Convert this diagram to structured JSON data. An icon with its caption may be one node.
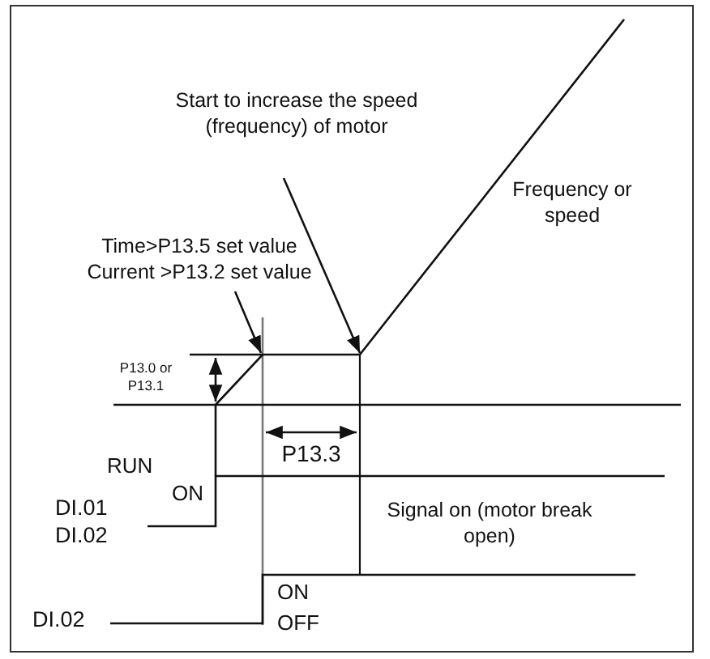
{
  "diagram": {
    "nodes": [
      {
        "text": [
          "Start to increase the speed (frequency) of motor"
        ]
      },
      {
        "text": [
          "Time>P13.5 set value Current >P13.2 set value"
        ]
      }
    ],
    "edges": [
      {
        "from": 0,
        "to": null,
        "arrow": "to"
      },
      {
        "from": 1,
        "to": null,
        "arrow": "to"
      }
    ],
    "labels": [
      "Frequency or speed",
      "P13.0 or P13.1",
      "P13.3",
      "RUN",
      "ON",
      "DI.01 DI.02",
      "Signal on (motor break open)",
      "ON",
      "OFF",
      "DI.02"
    ]
  }
}
